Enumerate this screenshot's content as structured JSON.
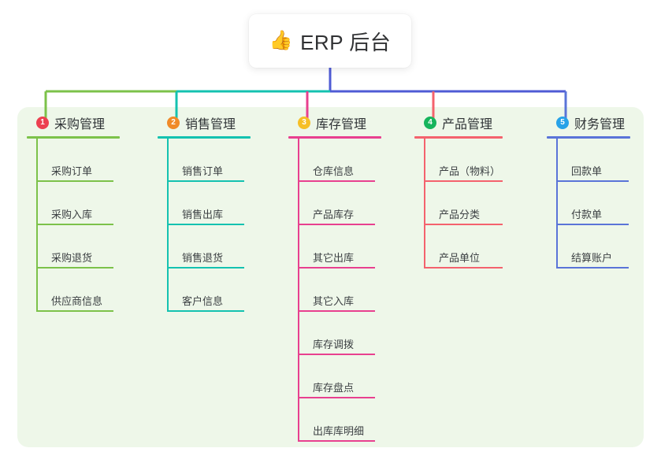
{
  "diagram": {
    "title": "ERP 后台",
    "root": {
      "icon": "thumbs-up-icon",
      "icon_glyph": "👍",
      "label": "ERP 后台"
    },
    "panel_color": "#eef7e9",
    "root_connector_color": "#4f5bd5",
    "columns": [
      {
        "number": "1",
        "title": "采购管理",
        "badge_color": "#ec4050",
        "line_color": "#7cc24a",
        "items": [
          "采购订单",
          "采购入库",
          "采购退货",
          "供应商信息"
        ]
      },
      {
        "number": "2",
        "title": "销售管理",
        "badge_color": "#f08a28",
        "line_color": "#14c2b0",
        "items": [
          "销售订单",
          "销售出库",
          "销售退货",
          "客户信息"
        ]
      },
      {
        "number": "3",
        "title": "库存管理",
        "badge_color": "#f6bf26",
        "line_color": "#e8408f",
        "items": [
          "仓库信息",
          "产品库存",
          "其它出库",
          "其它入库",
          "库存调拨",
          "库存盘点",
          "出库库明细"
        ]
      },
      {
        "number": "4",
        "title": "产品管理",
        "badge_color": "#16b45c",
        "line_color": "#f4626d",
        "items": [
          "产品（物料）",
          "产品分类",
          "产品单位"
        ]
      },
      {
        "number": "5",
        "title": "财务管理",
        "badge_color": "#27a2e8",
        "line_color": "#5a74d8",
        "items": [
          "回款单",
          "付款单",
          "结算账户"
        ]
      }
    ]
  }
}
